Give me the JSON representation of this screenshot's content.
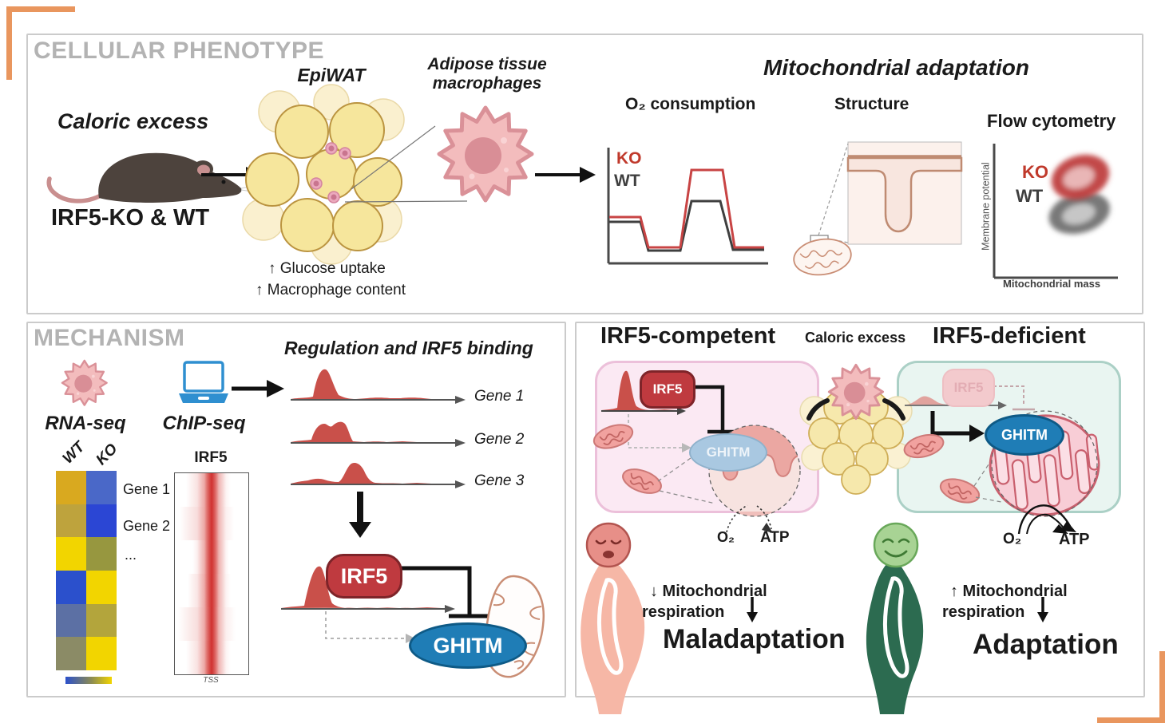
{
  "cellular": {
    "title": "CELLULAR PHENOTYPE",
    "caloric_excess": "Caloric excess",
    "mouse_label": "IRF5-KO & WT",
    "epiwat_label": "EpiWAT",
    "atm_line1": "Adipose tissue",
    "atm_line2": "macrophages",
    "glucose_uptake": "↑ Glucose uptake",
    "macrophage_content": "↑ Macrophage content",
    "adaptation_title": "Mitochondrial adaptation",
    "o2_chart": {
      "title": "O₂ consumption",
      "ko": "KO",
      "wt": "WT"
    },
    "structure_title": "Structure",
    "flow": {
      "title": "Flow cytometry",
      "ko": "KO",
      "wt": "WT",
      "ylabel": "Membrane potential",
      "xlabel": "Mitochondrial mass"
    }
  },
  "mechanism": {
    "title": "MECHANISM",
    "rnaseq_label": "RNA-seq",
    "chipseq_label": "ChIP-seq",
    "heatmap": {
      "col_labels": [
        "WT",
        "KO"
      ],
      "row_labels": [
        "Gene 1",
        "Gene 2",
        "..."
      ],
      "cells": [
        [
          "#d9a91f",
          "#4a68c8"
        ],
        [
          "#bea33d",
          "#2b46d4"
        ],
        [
          "#f2d500",
          "#97973f"
        ],
        [
          "#2b50cc",
          "#f2d500"
        ],
        [
          "#5c70a4",
          "#b3a53c"
        ],
        [
          "#8b8b66",
          "#f2d500"
        ]
      ],
      "colorbar": [
        "#2b50cc",
        "#f2d500"
      ]
    },
    "chip_label": "IRF5",
    "tss_label": "TSS",
    "regulation_title": "Regulation and IRF5 binding",
    "gene_labels": [
      "Gene 1",
      "Gene 2",
      "Gene 3"
    ],
    "irf5_label": "IRF5",
    "ghitm_label": "GHITM"
  },
  "model": {
    "competent_title": "IRF5-competent",
    "caloric_excess": "Caloric excess",
    "deficient_title": "IRF5-deficient",
    "irf5_label": "IRF5",
    "ghitm_label": "GHITM",
    "o2_label": "O₂",
    "atp_label": "ATP",
    "competent": {
      "resp_line1": "↓ Mitochondrial",
      "resp_line2": "respiration",
      "outcome": "Maladaptation"
    },
    "deficient": {
      "resp_line1": "↑ Mitochondrial",
      "resp_line2": "respiration",
      "outcome": "Adaptation"
    }
  },
  "colors": {
    "accent_orange": "#e9965e",
    "ko_red": "#c0392b",
    "wt_dark": "#3f3f3f",
    "irf5_red": "#bf3a3f",
    "ghitm_blue": "#1f7db6"
  }
}
